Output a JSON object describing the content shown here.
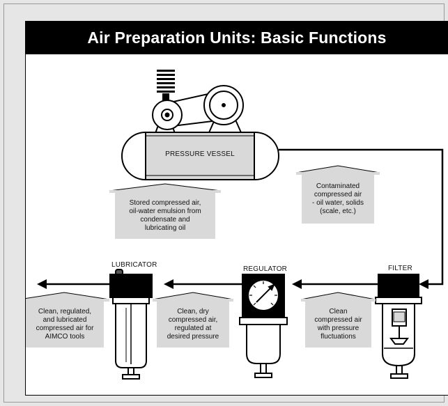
{
  "title": "Air Preparation Units: Basic Functions",
  "pressure_vessel_label": "PRESSURE VESSEL",
  "component_labels": {
    "lubricator": "LUBRICATOR",
    "regulator": "REGULATOR",
    "filter": "FILTER"
  },
  "callouts": {
    "stored_air": [
      "Stored compressed air,",
      "oil-water emulsion from",
      "condensate and",
      "lubricating oil"
    ],
    "contaminated_air": [
      "Contaminated",
      "compressed air",
      "- oil water, solids",
      "(scale, etc.)"
    ],
    "lubricated_air": [
      "Clean, regulated,",
      "and lubricated",
      "compressed air for",
      "AIMCO tools"
    ],
    "regulated_air": [
      "Clean, dry",
      "compressed air,",
      "regulated at",
      "desired pressure"
    ],
    "clean_air": [
      "Clean",
      "compressed air",
      "with pressure",
      "fluctuations"
    ]
  },
  "colors": {
    "background": "#e6e6e6",
    "title_bar": "#000000",
    "callout_fill": "#d9d9d9",
    "vessel_band": "#d9d9d9"
  }
}
